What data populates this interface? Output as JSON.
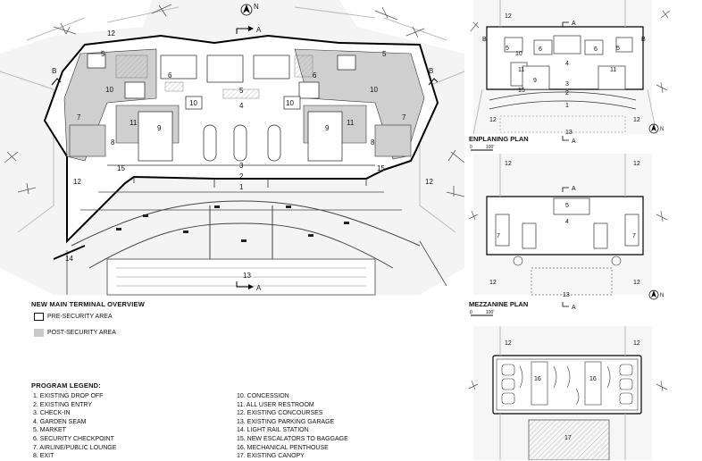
{
  "titles": {
    "overview": "NEW MAIN TERMINAL OVERVIEW",
    "enplaning": "ENPLANING PLAN",
    "mezzanine": "MEZZANINE PLAN",
    "legend": "PROGRAM LEGEND:"
  },
  "area_legend": {
    "pre": "PRE-SECURITY AREA",
    "post": "POST-SECURITY AREA"
  },
  "scale": {
    "zero": "0",
    "distance": "100'"
  },
  "north": "N",
  "section_a": "A",
  "section_b": "B",
  "program_left": [
    "1.   EXISTING DROP OFF",
    "2.   EXISTING ENTRY",
    "3.   CHECK-IN",
    "4.   GARDEN SEAM",
    "5.   MARKET",
    "6.   SECURITY CHECKPOINT",
    "7.   AIRLINE/PUBLIC LOUNGE",
    "8.   EXIT"
  ],
  "program_right": [
    "10.  CONCESSION",
    "11.  ALL USER RESTROOM",
    "12.  EXISTING CONCOURSES",
    "13.  EXISTING PARKING GARAGE",
    "14.  LIGHT RAIL STATION",
    "15.  NEW ESCALATORS TO BAGGAGE",
    "16.  MECHANICAL PENTHOUSE",
    "17.  EXISTING CANOPY"
  ],
  "overview_labels": [
    "12",
    "5",
    "6",
    "6",
    "5",
    "10",
    "10",
    "10",
    "10",
    "5",
    "4",
    "7",
    "7",
    "11",
    "9",
    "9",
    "11",
    "8",
    "8",
    "3",
    "2",
    "15",
    "15",
    "12",
    "12",
    "1",
    "14",
    "13"
  ],
  "enplaning_labels": [
    "12",
    "5",
    "6",
    "6",
    "5",
    "4",
    "11",
    "9",
    "11",
    "10",
    "3",
    "2",
    "15",
    "1",
    "13",
    "12",
    "12"
  ],
  "mezzanine_labels": [
    "12",
    "5",
    "4",
    "7",
    "7",
    "13",
    "12",
    "12",
    "12"
  ],
  "roof_labels": [
    "12",
    "12",
    "16",
    "16",
    "17"
  ]
}
